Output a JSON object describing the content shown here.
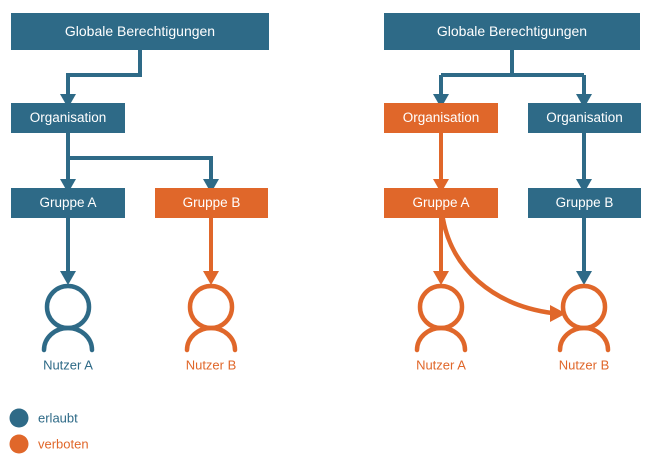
{
  "colors": {
    "allowed": "#2e6a87",
    "forbidden": "#e0672a",
    "background": "#ffffff",
    "box_text": "#ffffff"
  },
  "diagrams": [
    {
      "id": "left",
      "name": "permissions-inheritance-diagram-left",
      "nodes": [
        {
          "id": "global",
          "label": "Globale Berechtigungen",
          "state": "allowed"
        },
        {
          "id": "org",
          "label": "Organisation",
          "state": "allowed"
        },
        {
          "id": "group_a",
          "label": "Gruppe A",
          "state": "allowed"
        },
        {
          "id": "group_b",
          "label": "Gruppe B",
          "state": "forbidden"
        },
        {
          "id": "user_a",
          "label": "Nutzer A",
          "state": "allowed"
        },
        {
          "id": "user_b",
          "label": "Nutzer B",
          "state": "forbidden"
        }
      ],
      "edges": [
        {
          "from": "global",
          "to": "org",
          "state": "allowed"
        },
        {
          "from": "org",
          "to": "group_a",
          "state": "allowed"
        },
        {
          "from": "org",
          "to": "group_b",
          "state": "allowed"
        },
        {
          "from": "group_a",
          "to": "user_a",
          "state": "allowed"
        },
        {
          "from": "group_b",
          "to": "user_b",
          "state": "forbidden"
        }
      ]
    },
    {
      "id": "right",
      "name": "permissions-inheritance-diagram-right",
      "nodes": [
        {
          "id": "global",
          "label": "Globale Berechtigungen",
          "state": "allowed"
        },
        {
          "id": "org_a",
          "label": "Organisation",
          "state": "forbidden"
        },
        {
          "id": "org_b",
          "label": "Organisation",
          "state": "allowed"
        },
        {
          "id": "group_a",
          "label": "Gruppe A",
          "state": "forbidden"
        },
        {
          "id": "group_b",
          "label": "Gruppe B",
          "state": "allowed"
        },
        {
          "id": "user_a",
          "label": "Nutzer A",
          "state": "forbidden"
        },
        {
          "id": "user_b",
          "label": "Nutzer B",
          "state": "forbidden"
        }
      ],
      "edges": [
        {
          "from": "global",
          "to": "org_a",
          "state": "allowed"
        },
        {
          "from": "global",
          "to": "org_b",
          "state": "allowed"
        },
        {
          "from": "org_a",
          "to": "group_a",
          "state": "forbidden"
        },
        {
          "from": "org_b",
          "to": "group_b",
          "state": "allowed"
        },
        {
          "from": "group_a",
          "to": "user_a",
          "state": "forbidden"
        },
        {
          "from": "group_b",
          "to": "user_b",
          "state": "allowed"
        },
        {
          "from": "group_a",
          "to": "user_b",
          "state": "forbidden",
          "shape": "curved"
        }
      ]
    }
  ],
  "left": {
    "global": "Globale Berechtigungen",
    "org": "Organisation",
    "group_a": "Gruppe A",
    "group_b": "Gruppe B",
    "user_a": "Nutzer A",
    "user_b": "Nutzer B"
  },
  "right": {
    "global": "Globale Berechtigungen",
    "org_a": "Organisation",
    "org_b": "Organisation",
    "group_a": "Gruppe A",
    "group_b": "Gruppe B",
    "user_a": "Nutzer A",
    "user_b": "Nutzer B"
  },
  "legend": {
    "items": [
      {
        "label": "erlaubt",
        "color": "#2e6a87"
      },
      {
        "label": "verboten",
        "color": "#e0672a"
      }
    ],
    "allowed_label": "erlaubt",
    "forbidden_label": "verboten"
  }
}
